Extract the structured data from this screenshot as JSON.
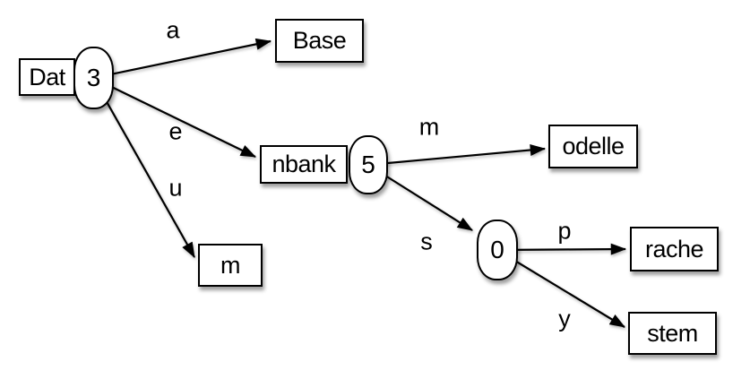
{
  "diagram": {
    "type": "radix-trie",
    "colors": {
      "background": "#ffffff",
      "stroke": "#000000",
      "shape_fill": "#ffffff",
      "shadow": "rgba(0,0,0,0.38)"
    },
    "boxes": [
      {
        "id": "dat",
        "label": "Dat"
      },
      {
        "id": "base",
        "label": "Base"
      },
      {
        "id": "nbank",
        "label": "nbank"
      },
      {
        "id": "m",
        "label": "m"
      },
      {
        "id": "odelle",
        "label": "odelle"
      },
      {
        "id": "rache",
        "label": "rache"
      },
      {
        "id": "stem",
        "label": "stem"
      }
    ],
    "count_nodes": [
      {
        "id": "n3",
        "label": "3"
      },
      {
        "id": "n5",
        "label": "5"
      },
      {
        "id": "n0",
        "label": "0"
      }
    ],
    "edges": [
      {
        "label": "a",
        "from": "n3",
        "to": "base"
      },
      {
        "label": "e",
        "from": "n3",
        "to": "nbank"
      },
      {
        "label": "u",
        "from": "n3",
        "to": "m"
      },
      {
        "label": "m",
        "from": "n5",
        "to": "odelle"
      },
      {
        "label": "s",
        "from": "n5",
        "to": "n0"
      },
      {
        "label": "p",
        "from": "n0",
        "to": "rache"
      },
      {
        "label": "y",
        "from": "n0",
        "to": "stem"
      }
    ]
  }
}
